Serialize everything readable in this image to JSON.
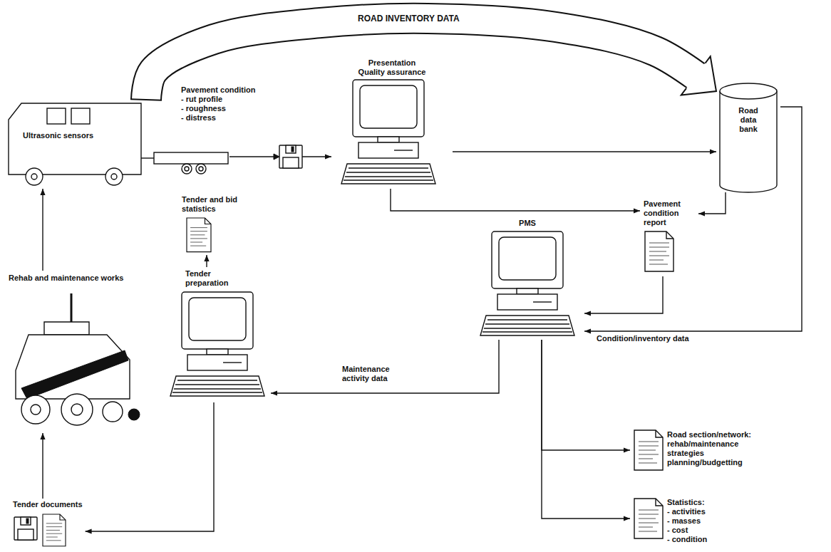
{
  "diagram": {
    "nodes": [
      {
        "text": [
          "Ultrasonic sensors"
        ]
      },
      {
        "text": [
          "Presentation Quality assurance"
        ]
      },
      {
        "text": [
          "Road data bank"
        ]
      },
      {
        "text": [
          "Pavement condition report"
        ]
      },
      {
        "text": [
          "PMS"
        ]
      },
      {
        "text": [
          "Tender preparation"
        ]
      },
      {
        "text": [
          "Tender and bid statistics"
        ]
      },
      {
        "text": [
          "Tender documents"
        ]
      },
      {
        "text": [
          "Rehab and maintenance works"
        ]
      },
      {
        "text": [
          "Road section/network: rehab/maintenance strategies planning/budgetting"
        ]
      },
      {
        "text": [
          "Statistics: - activities - masses - cost - condition"
        ]
      }
    ],
    "edges": [
      {
        "from": 0,
        "to": 1,
        "arrow": "to",
        "label": "Pavement condition - rut profile - roughness - distress"
      },
      {
        "from": 0,
        "to": 2,
        "arrow": "to",
        "label": "ROAD INVENTORY DATA"
      },
      {
        "from": 1,
        "to": 2,
        "arrow": "to"
      },
      {
        "from": 1,
        "to": 3,
        "arrow": "to"
      },
      {
        "from": 2,
        "to": 3,
        "arrow": "to"
      },
      {
        "from": 3,
        "to": 4,
        "arrow": "to"
      },
      {
        "from": 2,
        "to": 4,
        "arrow": "to",
        "label": "Condition/inventory data"
      },
      {
        "from": 4,
        "to": 5,
        "arrow": "to",
        "label": "Maintenance activity data"
      },
      {
        "from": 5,
        "to": 6,
        "arrow": "to"
      },
      {
        "from": 5,
        "to": 7,
        "arrow": "to"
      },
      {
        "from": 7,
        "to": 8,
        "arrow": "to"
      },
      {
        "from": 8,
        "to": 0,
        "arrow": "to"
      },
      {
        "from": 4,
        "to": 9,
        "arrow": "to"
      },
      {
        "from": 4,
        "to": 10,
        "arrow": "to"
      }
    ]
  }
}
